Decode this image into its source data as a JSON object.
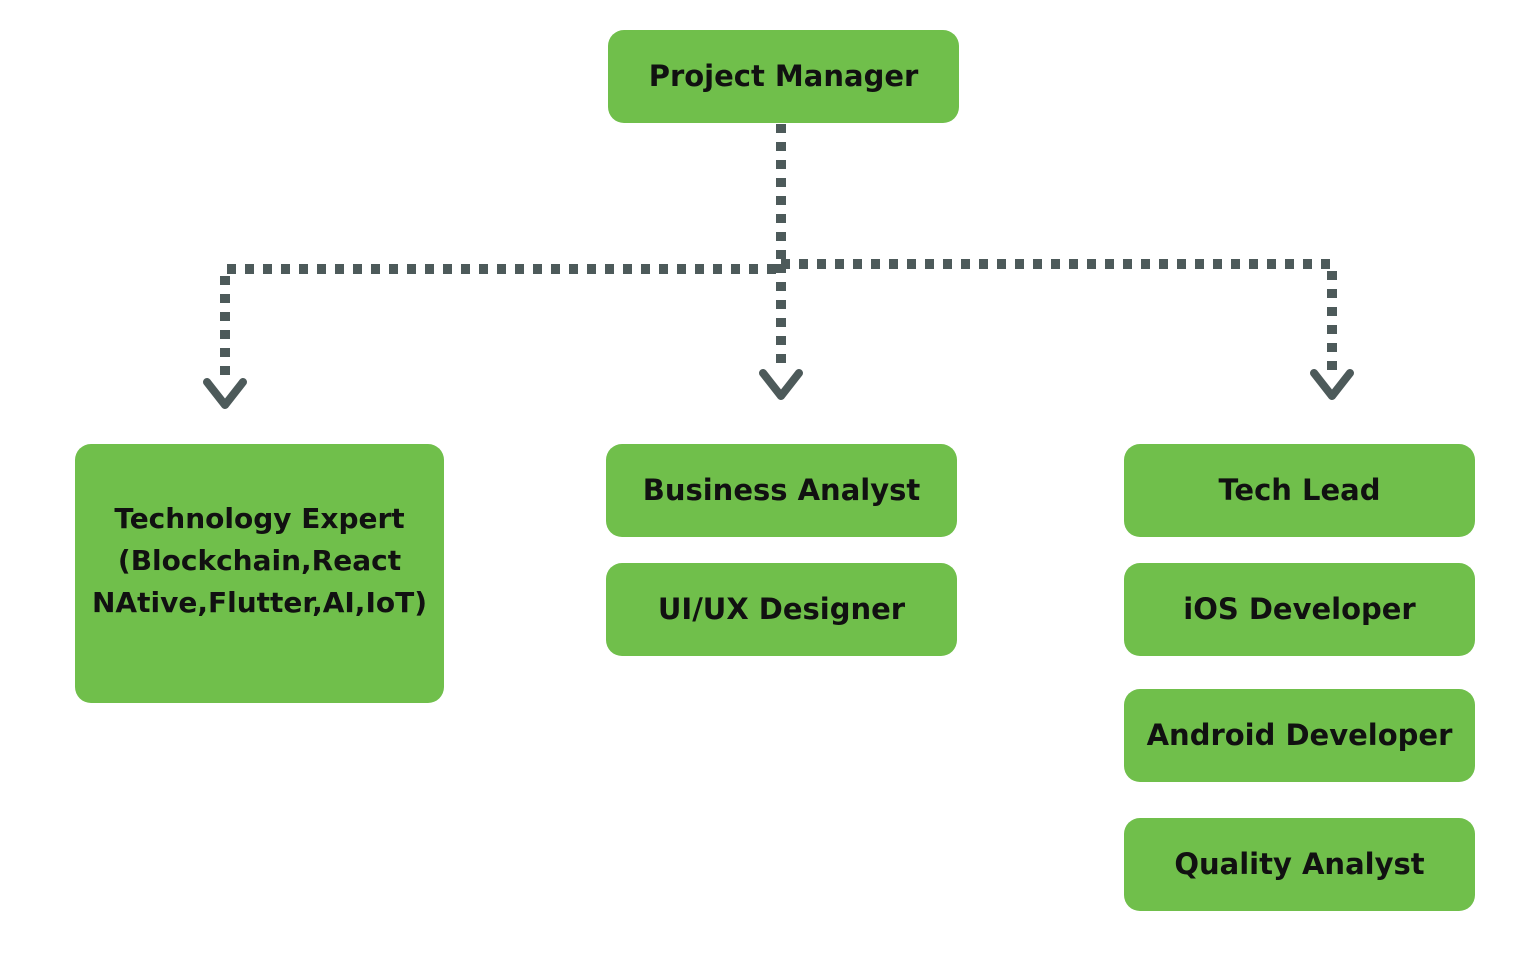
{
  "colors": {
    "node_fill": "#70bf4b",
    "node_text": "#111111",
    "connector": "#4d5a5a",
    "background": "#ffffff"
  },
  "nodes": {
    "project_manager": "Project Manager",
    "technology_expert": "Technology Expert\n(Blockchain,React\nNAtive,Flutter,AI,IoT)",
    "business_analyst": "Business Analyst",
    "uiux_designer": "UI/UX Designer",
    "tech_lead": "Tech Lead",
    "ios_developer": "iOS Developer",
    "android_developer": "Android Developer",
    "quality_analyst": "Quality Analyst"
  },
  "edges": [
    {
      "from": "project_manager",
      "to": "technology_expert",
      "style": "dotted",
      "arrow": "chevron"
    },
    {
      "from": "project_manager",
      "to": "business_analyst",
      "style": "dotted",
      "arrow": "chevron"
    },
    {
      "from": "project_manager",
      "to": "tech_lead",
      "style": "dotted",
      "arrow": "chevron"
    }
  ]
}
